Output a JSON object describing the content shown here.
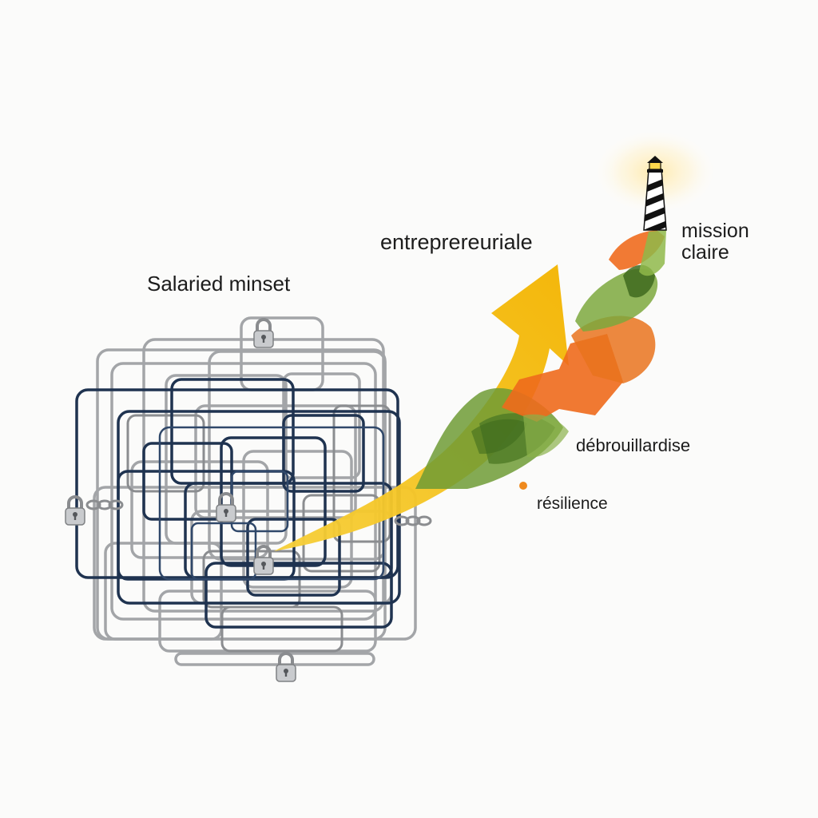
{
  "labels": {
    "salaried_mindset": "Salaried minset",
    "entrepreneurial": "entreprereuriale",
    "mission_line1": "mission",
    "mission_line2": "claire",
    "debrouillardise": "débrouillardise",
    "resilience": "résilience"
  },
  "icons": {
    "padlock": "padlock-icon",
    "chain": "chain-link-icon",
    "lighthouse": "lighthouse-icon",
    "arrow": "upward-arrow"
  },
  "colors": {
    "maze_navy": "#1f3350",
    "maze_gray": "#9a9c9e",
    "arrow_yellow": "#f5b800",
    "shape_green": "#6e9b35",
    "shape_orange": "#ee6a1c",
    "light_glow": "#ffe9a8"
  }
}
